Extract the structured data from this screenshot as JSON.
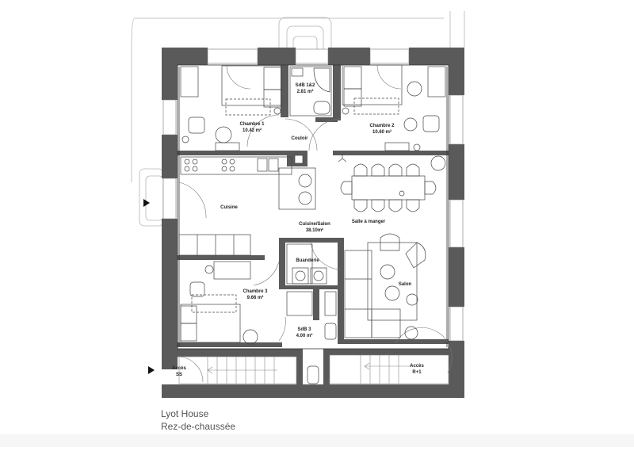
{
  "project": {
    "title": "Lyot House",
    "level": "Rez-de-chaussée"
  },
  "colors": {
    "wall": "#5a5a5a",
    "line": "#444444",
    "light_line": "#9a9a9a",
    "background": "#ffffff",
    "caption": "#555555"
  },
  "rooms": [
    {
      "id": "chambre1",
      "name": "Chambre 1",
      "area": "10.42 m²"
    },
    {
      "id": "sdb12",
      "name": "SdB 1&2",
      "area": "2.81 m²"
    },
    {
      "id": "chambre2",
      "name": "Chambre 2",
      "area": "10.60 m²"
    },
    {
      "id": "couloir",
      "name": "Couloir",
      "area": ""
    },
    {
      "id": "cuisine",
      "name": "Cuisine",
      "area": ""
    },
    {
      "id": "cuisine_salon",
      "name": "Cuisine/Salon",
      "area": "38.10m²"
    },
    {
      "id": "salle_a_manger",
      "name": "Salle à manger",
      "area": ""
    },
    {
      "id": "buanderie",
      "name": "Buanderie",
      "area": ""
    },
    {
      "id": "chambre3",
      "name": "Chambre 3",
      "area": "9.66 m²"
    },
    {
      "id": "salon",
      "name": "Salon",
      "area": ""
    },
    {
      "id": "sdb3",
      "name": "SdB 3",
      "area": "4.00 m²"
    },
    {
      "id": "acces_ss",
      "name": "Accès",
      "area": "SS"
    },
    {
      "id": "acces_r1",
      "name": "Accès",
      "area": "R+1"
    }
  ],
  "entrance_markers": [
    "entry-arrow-west",
    "entry-arrow-southwest"
  ]
}
